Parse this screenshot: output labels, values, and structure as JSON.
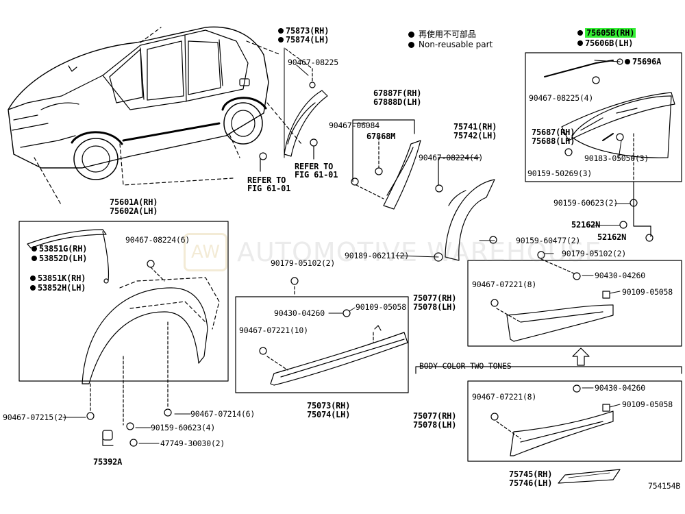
{
  "legend": {
    "reuse_jp": "再使用不可部品",
    "reuse_en": "Non-reusable part"
  },
  "watermark": {
    "badge": "AW",
    "text": "AUTOMOTIVE WAREHOUSE"
  },
  "diagram_ref": "754154B",
  "highlight_color": "#33ee33",
  "labels": {
    "p75873": "75873(RH)",
    "p75874": "75874(LH)",
    "p90467_08225_a": "90467-08225",
    "refer1": "REFER TO",
    "fig1": "FIG 61-01",
    "refer2": "REFER TO",
    "fig2": "FIG 61-01",
    "p67887f": "67887F(RH)",
    "p67888d": "67888D(LH)",
    "p90467_06084": "90467-06084",
    "p67868m": "67868M",
    "p75741": "75741(RH)",
    "p75742": "75742(LH)",
    "p90467_08224_4": "90467-08224(4)",
    "p75605b": "75605B(RH)",
    "p75606b": "75606B(LH)",
    "p75696a": "75696A",
    "p90467_08225_4": "90467-08225(4)",
    "p75687": "75687(RH)",
    "p75688": "75688(LH)",
    "p90183": "90183-05050(3)",
    "p90159_50269": "90159-50269(3)",
    "p90159_60623_2": "90159-60623(2)",
    "p52162n_a": "52162N",
    "p52162n_b": "52162N",
    "p90159_60477": "90159-60477(2)",
    "p90189": "90189-06211(2)",
    "p75601a": "75601A(RH)",
    "p75602a": "75602A(LH)",
    "p53851g": "53851G(RH)",
    "p53852d": "53852D(LH)",
    "p53851k": "53851K(RH)",
    "p53852h": "53852H(LH)",
    "p90467_08224_6": "90467-08224(6)",
    "p90179_mid": "90179-05102(2)",
    "p90430_mid": "90430-04260",
    "p90109_mid": "90109-05058",
    "p90467_07221_10": "90467-07221(10)",
    "p75073": "75073(RH)",
    "p75074": "75074(LH)",
    "p75077_a": "75077(RH)",
    "p75078_a": "75078(LH)",
    "p90467_07221_8a": "90467-07221(8)",
    "p90179_right": "90179-05102(2)",
    "p90430_right": "90430-04260",
    "p90109_right": "90109-05058",
    "two_tones": "BODY COLOR-TWO-TONES",
    "p75077_b": "75077(RH)",
    "p75078_b": "75078(LH)",
    "p90467_07221_8b": "90467-07221(8)",
    "p90430_bottom": "90430-04260",
    "p90109_bottom": "90109-05058",
    "p75745": "75745(RH)",
    "p75746": "75746(LH)",
    "p90467_07215": "90467-07215(2)",
    "p90467_07214": "90467-07214(6)",
    "p90159_60623_4": "90159-60623(4)",
    "p47749": "47749-30030(2)",
    "p75392a": "75392A"
  }
}
